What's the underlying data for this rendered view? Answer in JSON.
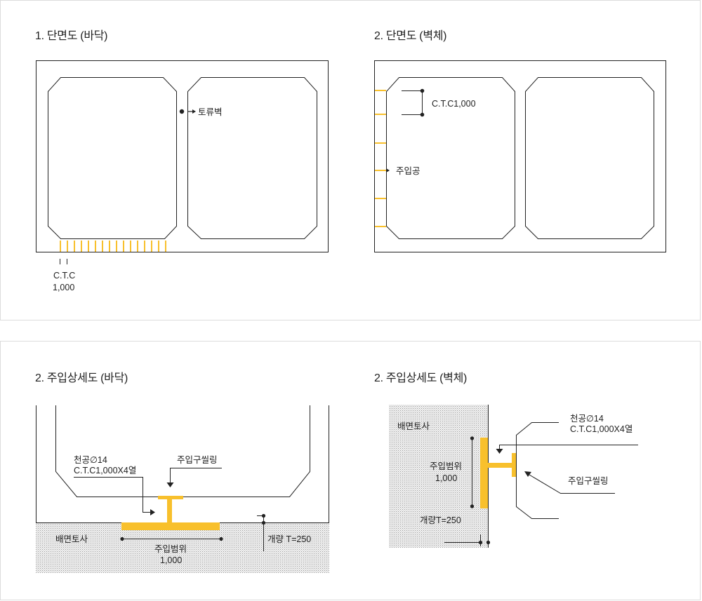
{
  "sections": {
    "floor_section": {
      "title": "1. 단면도 (바닥)",
      "wall_label": "토류벽",
      "ctc_line1": "C.T.C",
      "ctc_line2": "1,000"
    },
    "wall_section": {
      "title": "2. 단면도 (벽체)",
      "ctc_label": "C.T.C1,000",
      "injection_hole": "주입공"
    },
    "floor_detail": {
      "title": "2. 주입상세도 (바닥)",
      "drill_line1": "천공∅14",
      "drill_line2": "C.T.C1,000X4열",
      "sealing": "주입구씰링",
      "soil": "배면토사",
      "range_line1": "주입범위",
      "range_line2": "1,000",
      "gap": "개량 T=250"
    },
    "wall_detail": {
      "title": "2. 주입상세도 (벽체)",
      "drill_line1": "천공∅14",
      "drill_line2": "C.T.C1,000X4열",
      "soil": "배면토사",
      "range_line1": "주입범위",
      "range_line2": "1,000",
      "sealing": "주입구씰링",
      "gap": "개량T=250"
    }
  },
  "colors": {
    "accent": "#f8c02c",
    "line": "#222222",
    "soil": "#e9e9e9",
    "border": "#dcdcdc"
  }
}
